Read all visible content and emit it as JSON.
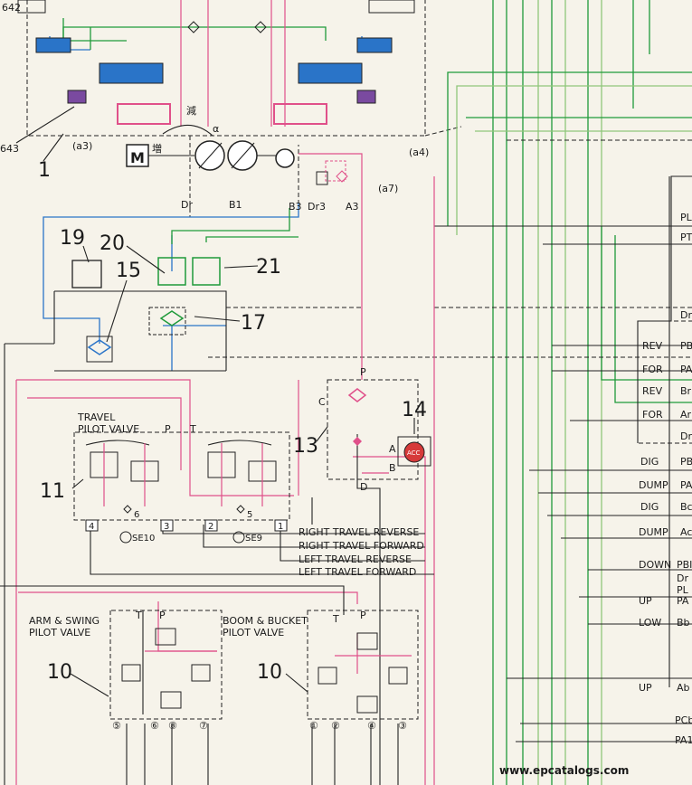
{
  "components": {
    "c1": "1",
    "c10a": "10",
    "c10b": "10",
    "c11": "11",
    "c13": "13",
    "c14": "14",
    "c15": "15",
    "c17": "17",
    "c19": "19",
    "c20": "20",
    "c21": "21",
    "c642": "642",
    "c643": "643"
  },
  "pump": {
    "motor": "M",
    "alpha": "α",
    "inc": "増",
    "dec": "減",
    "dr": "Dr",
    "b1": "B1",
    "b3": "B3",
    "dr3": "Dr3",
    "a3": "A3"
  },
  "refs": {
    "a3": "(a3)",
    "a4": "(a4)",
    "a7": "(a7)"
  },
  "travel_valve": {
    "title1": "TRAVEL",
    "title2": "PILOT VALVE",
    "p": "P",
    "t": "T",
    "n6": "6",
    "n5": "5",
    "se10": "SE10",
    "se9": "SE9",
    "port4": "4",
    "port3": "3",
    "port2": "2",
    "port1": "1"
  },
  "manifold": {
    "p": "P",
    "c": "C",
    "a": "A",
    "b": "B",
    "d": "D",
    "acc": "ACC"
  },
  "travel_lines": [
    "RIGHT TRAVEL REVERSE",
    "RIGHT TRAVEL FORWARD",
    "LEFT TRAVEL REVERSE",
    "LEFT TRAVEL FORWARD"
  ],
  "arm_valve": {
    "title1": "ARM & SWING",
    "title2": "PILOT VALVE",
    "t": "T",
    "p": "P",
    "ports": [
      "⑤",
      "⑥",
      "⑧",
      "⑦"
    ]
  },
  "boom_valve": {
    "title1": "BOOM & BUCKET",
    "title2": "PILOT VALVE",
    "t": "T",
    "p": "P",
    "ports": [
      "①",
      "②",
      "④",
      "③"
    ]
  },
  "right_labels": {
    "pl": "PL",
    "pt": "PT",
    "dr": "Dr",
    "rev1": "REV",
    "pb": "PB",
    "for1": "FOR",
    "pa": "PA",
    "rev2": "REV",
    "br": "Br",
    "for2": "FOR",
    "ar": "Ar",
    "dr2": "Dr",
    "dig1": "DIG",
    "pb2": "PB",
    "dump1": "DUMP",
    "pa2": "PA",
    "dig2": "DIG",
    "bc": "Bc",
    "dump2": "DUMP",
    "ac": "Ac",
    "down": "DOWN",
    "pb3": "PBI",
    "dr3": "Dr",
    "pl2": "PL",
    "up1": "UP",
    "pa3": "PA",
    "low": "LOW",
    "bb": "Bb",
    "up2": "UP",
    "ab": "Ab",
    "pcb": "PCb",
    "pa4": "PA1"
  },
  "watermark": "www.epcatalogs.com",
  "colors": {
    "pink": "#e0508a",
    "green": "#1f9a3a",
    "blue": "#2a74c8",
    "black": "#222222"
  }
}
